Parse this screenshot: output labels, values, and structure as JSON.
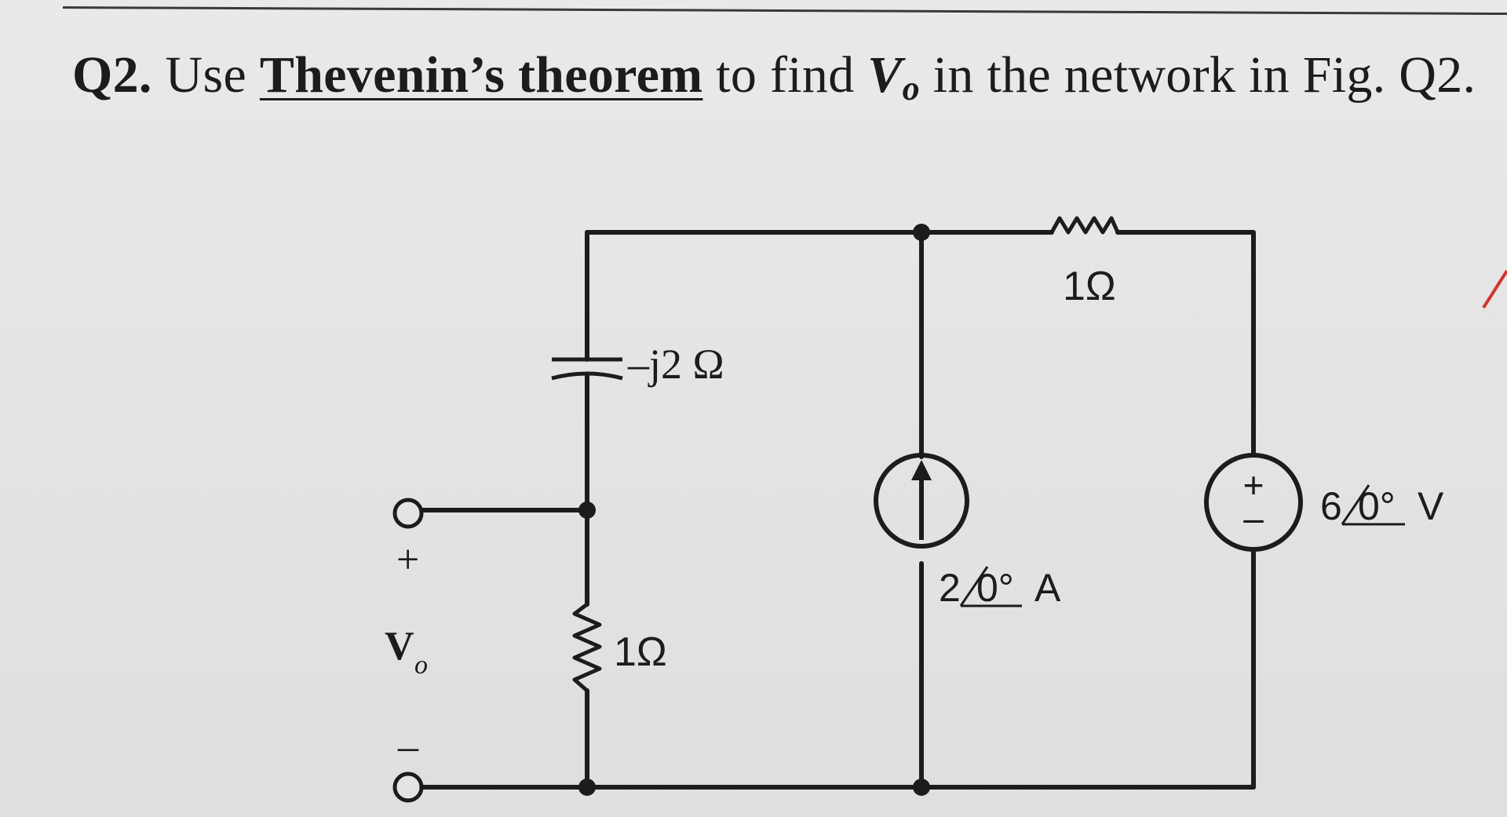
{
  "question": {
    "number": "Q2.",
    "text_before": " Use ",
    "emphasis": "Thevenin’s theorem",
    "text_middle": " to find ",
    "var_main": "V",
    "var_sub": "o",
    "text_after": " in the network in Fig. Q2."
  },
  "circuit": {
    "capacitor_label": "–j2 Ω",
    "resistor_left_label": "1Ω",
    "resistor_top_label": "1Ω",
    "current_source_label": {
      "value": "2",
      "angle": "0°",
      "unit": "A"
    },
    "voltage_source_label": {
      "value": "6",
      "angle": "0°",
      "unit": "V"
    },
    "vplus_sign": "+",
    "vminus_sign": "–",
    "vo_main": "V",
    "vo_sub": "o",
    "vs_plus": "+",
    "vs_minus": "–"
  }
}
